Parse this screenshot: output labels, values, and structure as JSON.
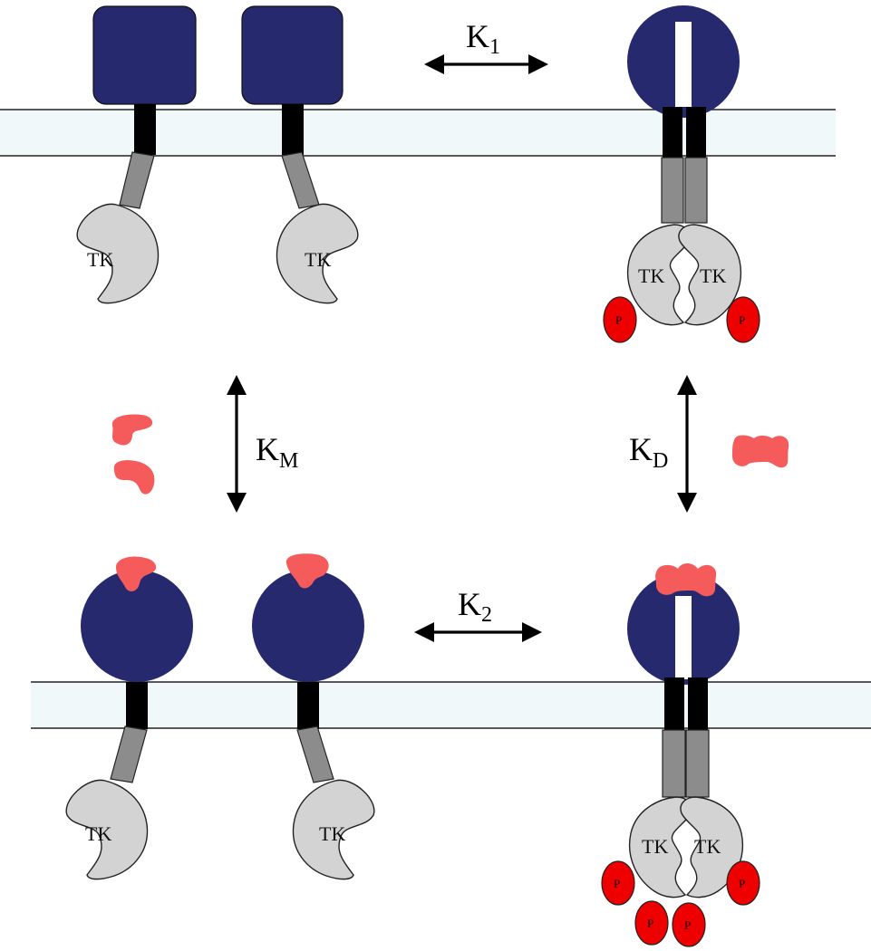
{
  "labels": {
    "tk": "TK",
    "p": "P"
  },
  "arrows": {
    "k1": {
      "base": "K",
      "sub": "1"
    },
    "k2": {
      "base": "K",
      "sub": "2"
    },
    "km": {
      "base": "K",
      "sub": "M"
    },
    "kd": {
      "base": "K",
      "sub": "D"
    }
  },
  "colors": {
    "extracellular_domain": "#27296f",
    "transmembrane": "#000000",
    "juxtamembrane": "#8c8c8c",
    "kinase": "#d3d3d3",
    "phosphate": "#ee0000",
    "ligand": "#f55b5b",
    "membrane": "#f1f8f9"
  }
}
